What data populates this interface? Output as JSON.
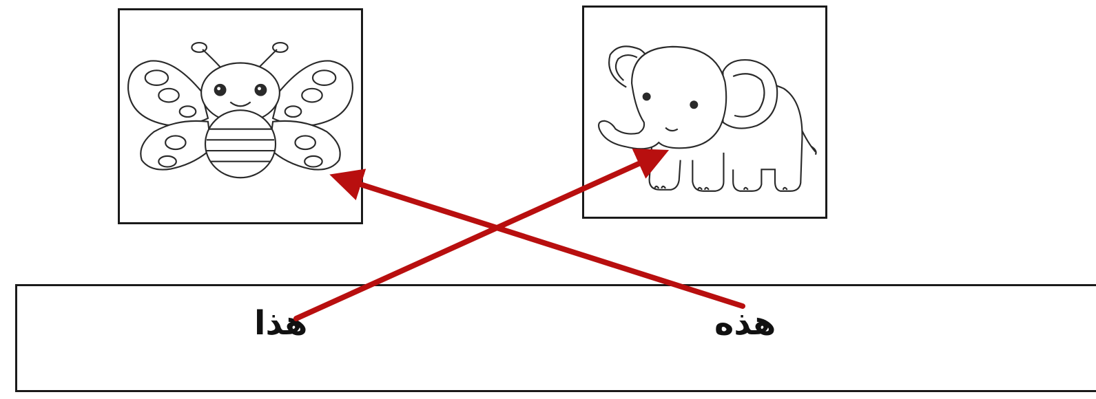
{
  "words": {
    "left_word": "هذا",
    "right_word": "هذه"
  },
  "pictures": {
    "left": "butterfly",
    "right": "elephant"
  },
  "connections": [
    {
      "from": "هذا",
      "to": "elephant"
    },
    {
      "from": "هذه",
      "to": "butterfly"
    }
  ],
  "colors": {
    "arrow": "#b80f0f",
    "border": "#1a1a1a",
    "line_art": "#2a2a2a"
  }
}
